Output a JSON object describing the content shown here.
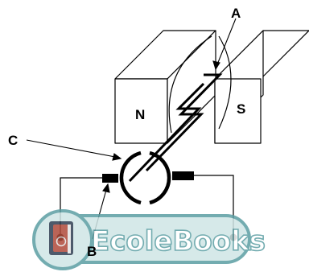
{
  "labels": {
    "a": "A",
    "b": "B",
    "c": "C",
    "north": "N",
    "south": "S"
  },
  "watermark": {
    "text": "EcoleBooks"
  },
  "colors": {
    "stroke": "#000000",
    "magnet_fill": "#ffffff",
    "watermark_teal": "#5b9ea3",
    "watermark_teal_light": "#cfe6e6",
    "watermark_red": "#b04a3a",
    "watermark_dark": "#2e3e52"
  }
}
